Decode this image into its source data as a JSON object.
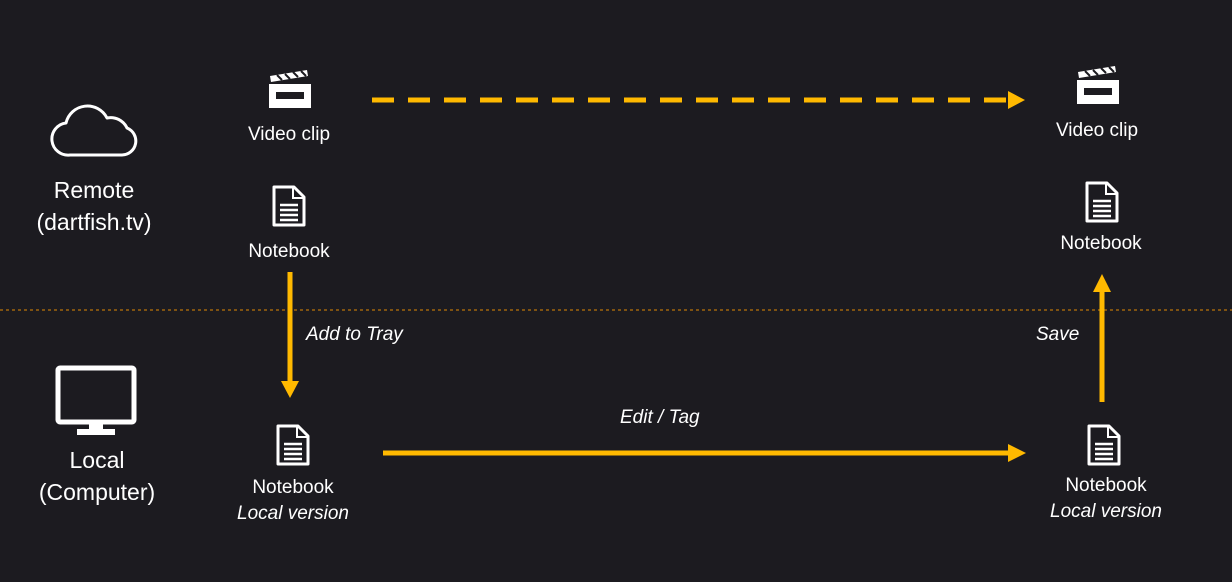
{
  "zones": {
    "remote": {
      "name": "Remote",
      "detail": "(dartfish.tv)",
      "icon": "cloud-icon"
    },
    "local": {
      "name": "Local",
      "detail": "(Computer)",
      "icon": "monitor-icon"
    }
  },
  "nodes": {
    "remote_video_left": {
      "label": "Video clip",
      "icon": "clapperboard-icon"
    },
    "remote_notebook_left": {
      "label": "Notebook",
      "icon": "document-icon"
    },
    "remote_video_right": {
      "label": "Video clip",
      "icon": "clapperboard-icon"
    },
    "remote_notebook_right": {
      "label": "Notebook",
      "icon": "document-icon"
    },
    "local_notebook_left": {
      "label": "Notebook",
      "sublabel": "Local version",
      "icon": "document-icon"
    },
    "local_notebook_right": {
      "label": "Notebook",
      "sublabel": "Local version",
      "icon": "document-icon"
    }
  },
  "edges": {
    "add_to_tray": "Add to Tray",
    "edit_tag": "Edit / Tag",
    "save": "Save"
  },
  "colors": {
    "background": "#1c1b20",
    "arrow": "#ffb900",
    "divider": "#b8730a",
    "text": "#ffffff"
  }
}
